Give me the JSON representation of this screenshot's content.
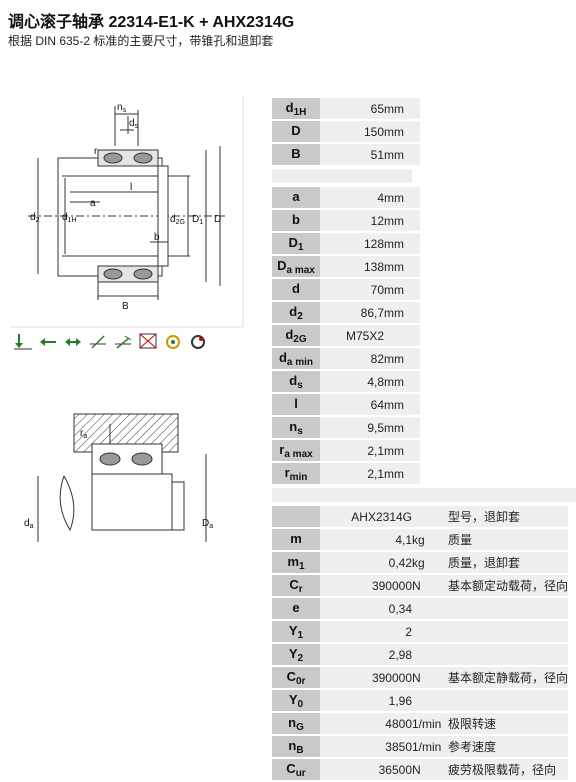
{
  "header": {
    "title": "调心滚子轴承 22314-E1-K + AHX2314G",
    "subtitle": "根据 DIN 635-2 标准的主要尺寸，带锥孔和退卸套"
  },
  "drawing1": {
    "labels": {
      "na": "n",
      "na_sub": "s",
      "ds": "d",
      "ds_sub": "s",
      "r": "r",
      "l": "l",
      "a": "a",
      "d2": "d",
      "d2_sub": "2",
      "d1h": "d",
      "d1h_sub": "1H",
      "d2g": "d",
      "d2g_sub": "2G",
      "D1": "D",
      "D1_sub": "1",
      "D": "D",
      "b": "b",
      "B": "B"
    }
  },
  "drawing2": {
    "labels": {
      "ra": "r",
      "ra_sub": "a",
      "da": "d",
      "da_sub": "a",
      "Da": "D",
      "Da_sub": "a"
    }
  },
  "icons": [
    "radial-load-icon",
    "axial-load-left-icon",
    "axial-load-both-icon",
    "angle-misalignment-icon",
    "angle-compensation-icon",
    "not-separable-icon",
    "high-speed-icon",
    "low-friction-icon"
  ],
  "specs1": [
    {
      "sym": "d",
      "sub": "1H",
      "val": "65",
      "unit": "mm"
    },
    {
      "sym": "D",
      "sub": "",
      "val": "150",
      "unit": "mm"
    },
    {
      "sym": "B",
      "sub": "",
      "val": "51",
      "unit": "mm"
    }
  ],
  "specs2": [
    {
      "sym": "a",
      "sub": "",
      "val": "4",
      "unit": "mm"
    },
    {
      "sym": "b",
      "sub": "",
      "val": "12",
      "unit": "mm"
    },
    {
      "sym": "D",
      "sub": "1",
      "val": "128",
      "unit": "mm"
    },
    {
      "sym": "D",
      "sub": "a max",
      "val": "138",
      "unit": "mm"
    },
    {
      "sym": "d",
      "sub": "",
      "val": "70",
      "unit": "mm"
    },
    {
      "sym": "d",
      "sub": "2",
      "val": "86,7",
      "unit": "mm"
    },
    {
      "sym": "d",
      "sub": "2G",
      "val": "M75X2",
      "unit": ""
    },
    {
      "sym": "d",
      "sub": "a min",
      "val": "82",
      "unit": "mm"
    },
    {
      "sym": "d",
      "sub": "s",
      "val": "4,8",
      "unit": "mm"
    },
    {
      "sym": "l",
      "sub": "",
      "val": "64",
      "unit": "mm"
    },
    {
      "sym": "n",
      "sub": "s",
      "val": "9,5",
      "unit": "mm"
    },
    {
      "sym": "r",
      "sub": "a max",
      "val": "2,1",
      "unit": "mm"
    },
    {
      "sym": "r",
      "sub": "min",
      "val": "2,1",
      "unit": "mm"
    }
  ],
  "specs3": [
    {
      "sym": "",
      "sub": "",
      "val": "AHX2314G",
      "unit": "",
      "desc": "型号，退卸套"
    },
    {
      "sym": "m",
      "sub": "",
      "val": "4,1",
      "unit": "kg",
      "desc": "质量"
    },
    {
      "sym": "m",
      "sub": "1",
      "val": "0,42",
      "unit": "kg",
      "desc": "质量，退卸套"
    },
    {
      "sym": "C",
      "sub": "r",
      "val": "390000",
      "unit": "N",
      "desc": "基本额定动载荷，径向"
    },
    {
      "sym": "e",
      "sub": "",
      "val": "0,34",
      "unit": "",
      "desc": ""
    },
    {
      "sym": "Y",
      "sub": "1",
      "val": "2",
      "unit": "",
      "desc": ""
    },
    {
      "sym": "Y",
      "sub": "2",
      "val": "2,98",
      "unit": "",
      "desc": ""
    },
    {
      "sym": "C",
      "sub": "0r",
      "val": "390000",
      "unit": "N",
      "desc": "基本额定静载荷，径向"
    },
    {
      "sym": "Y",
      "sub": "0",
      "val": "1,96",
      "unit": "",
      "desc": ""
    },
    {
      "sym": "n",
      "sub": "G",
      "val": "4800",
      "unit": "1/min",
      "desc": "极限转速"
    },
    {
      "sym": "n",
      "sub": "B",
      "val": "3850",
      "unit": "1/min",
      "desc": "参考速度"
    },
    {
      "sym": "C",
      "sub": "ur",
      "val": "36500",
      "unit": "N",
      "desc": "疲劳极限载荷，径向"
    }
  ]
}
